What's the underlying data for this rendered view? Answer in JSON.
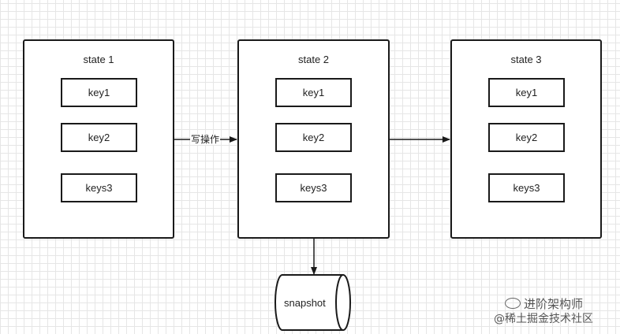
{
  "states": [
    {
      "title": "state 1",
      "keys": [
        "key1",
        "key2",
        "keys3"
      ]
    },
    {
      "title": "state 2",
      "keys": [
        "key1",
        "key2",
        "keys3"
      ]
    },
    {
      "title": "state 3",
      "keys": [
        "key1",
        "key2",
        "keys3"
      ]
    }
  ],
  "edge_label": "写操作",
  "snapshot": {
    "label": "snapshot"
  },
  "watermark": {
    "line1": "进阶架构师",
    "line2": "@稀土掘金技术社区"
  }
}
